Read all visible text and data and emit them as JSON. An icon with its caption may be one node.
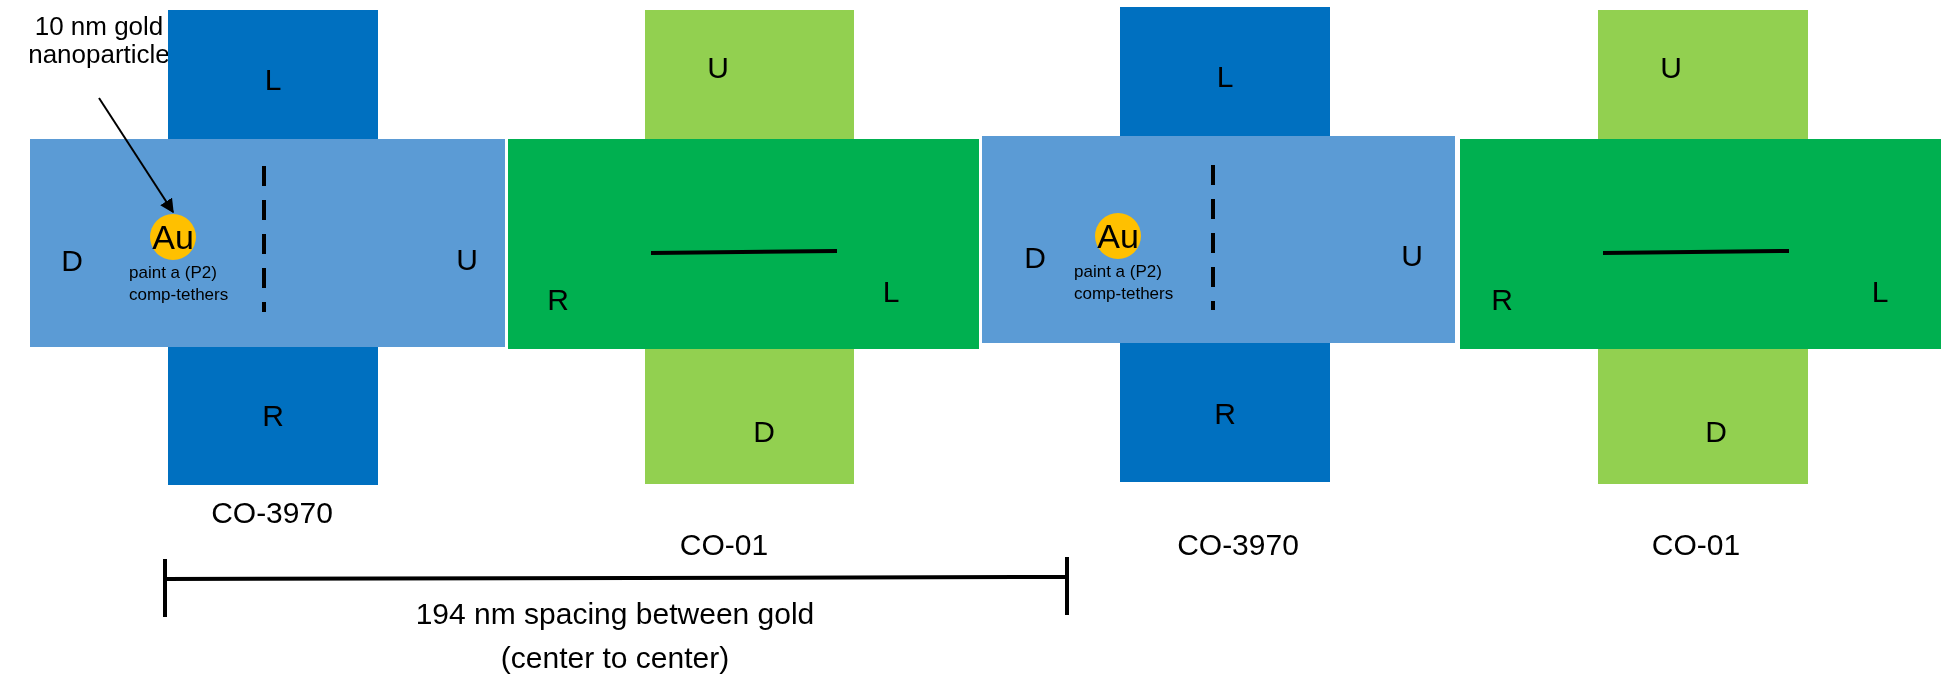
{
  "diagram": {
    "nodes": [
      {
        "text": [
          "10 nm gold nanoparticle"
        ]
      },
      {
        "text": [
          "L"
        ]
      },
      {
        "text": [
          "D",
          "U"
        ]
      },
      {
        "text": [
          "Au"
        ],
        "in": 2,
        "beside": [
          "paint a (P2) comp-tethers"
        ]
      },
      {
        "text": [
          "R"
        ]
      },
      {
        "text": [
          "U"
        ]
      },
      {
        "text": [
          "R",
          "L"
        ]
      },
      {
        "text": [
          "D"
        ]
      },
      {
        "text": [
          "L"
        ]
      },
      {
        "text": [
          "D",
          "U"
        ]
      },
      {
        "text": [
          "Au"
        ],
        "in": 9,
        "beside": [
          "paint a (P2) comp-tethers"
        ]
      },
      {
        "text": [
          "R"
        ]
      },
      {
        "text": [
          "U"
        ]
      },
      {
        "text": [
          "R",
          "L"
        ]
      },
      {
        "text": [
          "D"
        ]
      }
    ],
    "edges": [
      {
        "from": 0,
        "to": 3,
        "arrow": "to"
      }
    ],
    "labels": [
      "CO-3970",
      "CO-01",
      "CO-3970",
      "CO-01",
      "194 nm spacing between gold (center to center)"
    ]
  }
}
